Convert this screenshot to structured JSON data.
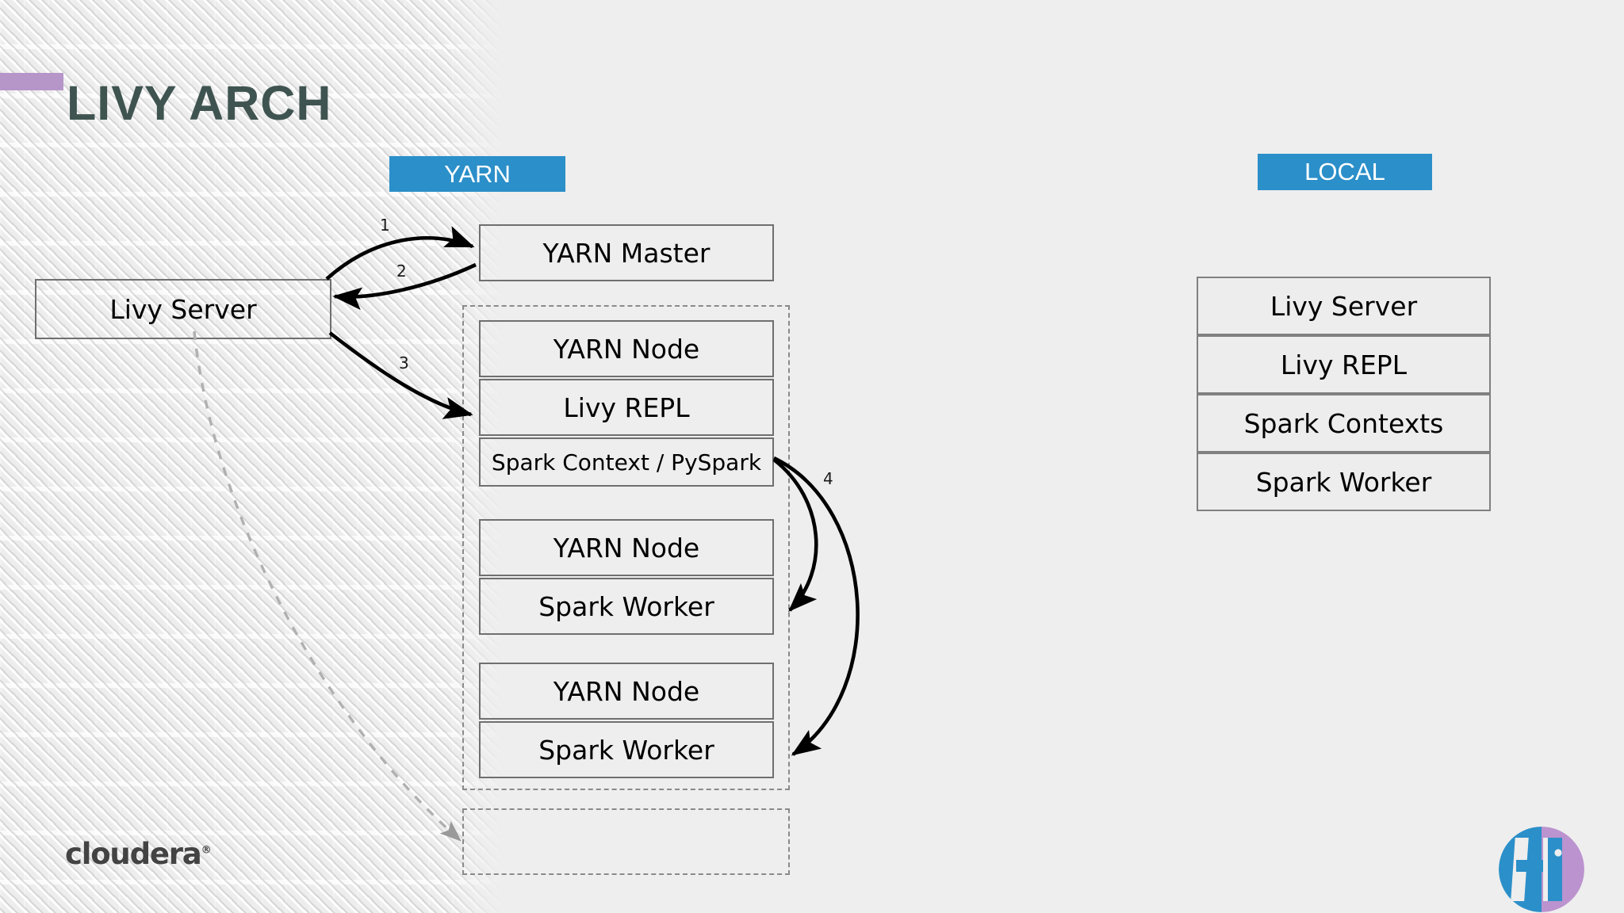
{
  "slide": {
    "title": "LIVY ARCH",
    "accent_color": "#b695c9",
    "title_color": "#3f5450",
    "background_color": "#eeeeee",
    "banner_color": "#2b8fc9",
    "box_border_color": "#808080",
    "box_fill_color": "#ededed"
  },
  "banners": {
    "yarn": "YARN",
    "local": "LOCAL"
  },
  "left": {
    "livy_server": "Livy Server"
  },
  "yarn": {
    "master": "YARN Master",
    "node_1": "YARN Node",
    "livy_repl": "Livy REPL",
    "spark_context": "Spark Context / PySpark",
    "node_2": "YARN Node",
    "spark_worker_1": "Spark Worker",
    "node_3": "YARN Node",
    "spark_worker_2": "Spark Worker",
    "empty_box": ""
  },
  "local": {
    "livy_server": "Livy Server",
    "livy_repl": "Livy REPL",
    "spark_contexts": "Spark Contexts",
    "spark_worker": "Spark Worker"
  },
  "arrow_labels": {
    "one": "1",
    "two": "2",
    "three": "3",
    "four": "4"
  },
  "footer": {
    "brand": "cloudera",
    "trademark": "®"
  }
}
